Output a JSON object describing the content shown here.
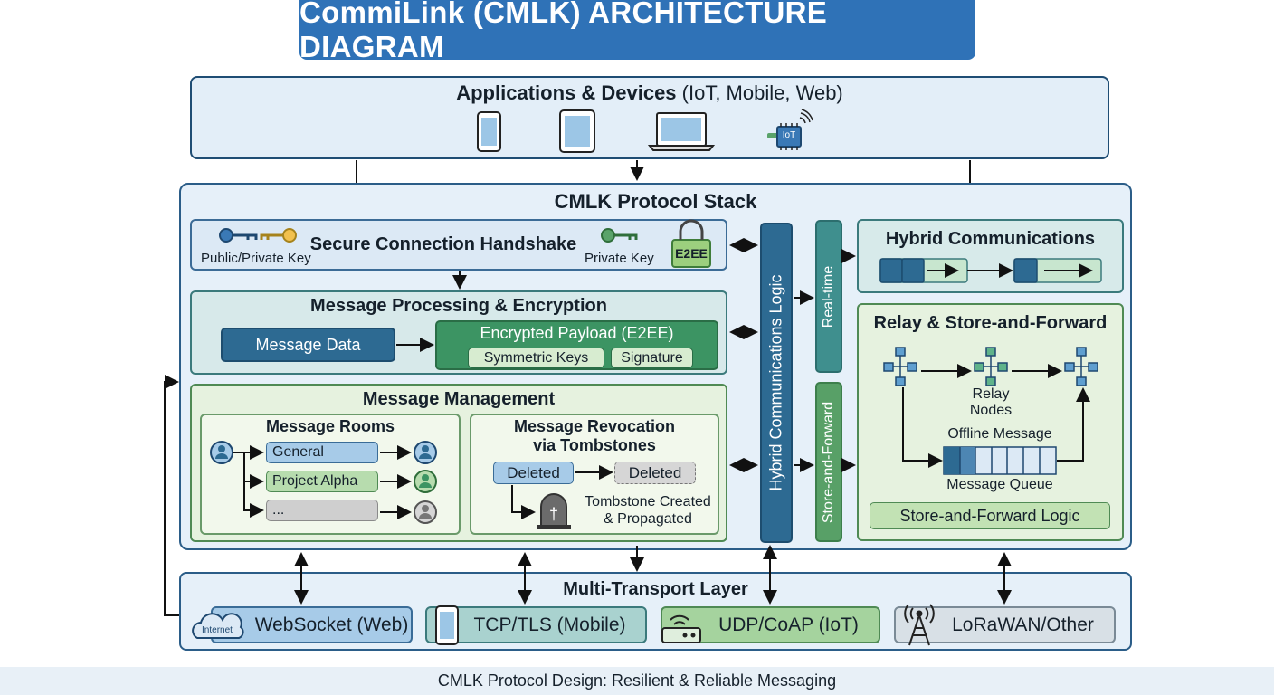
{
  "header": {
    "title": "CommiLink (CMLK) ARCHITECTURE DIAGRAM"
  },
  "apps": {
    "title_bold": "Applications & Devices",
    "title_rest": " (IoT, Mobile, Web)",
    "iot_label": "IoT"
  },
  "stack": {
    "title": "CMLK Protocol Stack"
  },
  "handshake": {
    "title": "Secure Connection Handshake",
    "public_private_label": "Public/Private Key",
    "private_label": "Private Key",
    "e2ee_badge": "E2EE"
  },
  "processing": {
    "title": "Message Processing & Encryption",
    "message_data": "Message Data",
    "encrypted_payload": "Encrypted Payload (E2EE)",
    "symmetric_keys": "Symmetric Keys",
    "signature": "Signature"
  },
  "management": {
    "title": "Message Management",
    "rooms_title": "Message Rooms",
    "rooms": [
      "General",
      "Project Alpha",
      "..."
    ],
    "revocation_title_1": "Message Revocation",
    "revocation_title_2": "via Tombstones",
    "deleted_1": "Deleted",
    "deleted_2": "Deleted",
    "tombstone_1": "Tombstone Created",
    "tombstone_2": "& Propagated",
    "cross": "†"
  },
  "hybrid_logic": {
    "label": "Hybrid Communications Logic"
  },
  "realtime": {
    "label": "Real-time"
  },
  "store_forward_vert": {
    "label": "Store-and-Forward"
  },
  "hybrid_comm": {
    "title": "Hybrid Communications"
  },
  "relay": {
    "title": "Relay & Store-and-Forward",
    "relay_nodes_1": "Relay",
    "relay_nodes_2": "Nodes",
    "offline_message": "Offline Message",
    "message_queue": "Message Queue",
    "logic": "Store-and-Forward Logic"
  },
  "transport": {
    "title": "Multi-Transport Layer",
    "internet_label": "Internet",
    "items": [
      {
        "label": "WebSocket (Web)"
      },
      {
        "label": "TCP/TLS (Mobile)"
      },
      {
        "label": "UDP/CoAP (IoT)"
      },
      {
        "label": "LoRaWAN/Other"
      }
    ]
  },
  "footer": {
    "caption": "CMLK Protocol Design: Resilient & Reliable Messaging"
  },
  "colors": {
    "title_blue": "#2f72b7",
    "deep_blue": "#2d6a92",
    "teal": "#3f8f8e",
    "green": "#58a067",
    "enc_green": "#3c9463"
  }
}
